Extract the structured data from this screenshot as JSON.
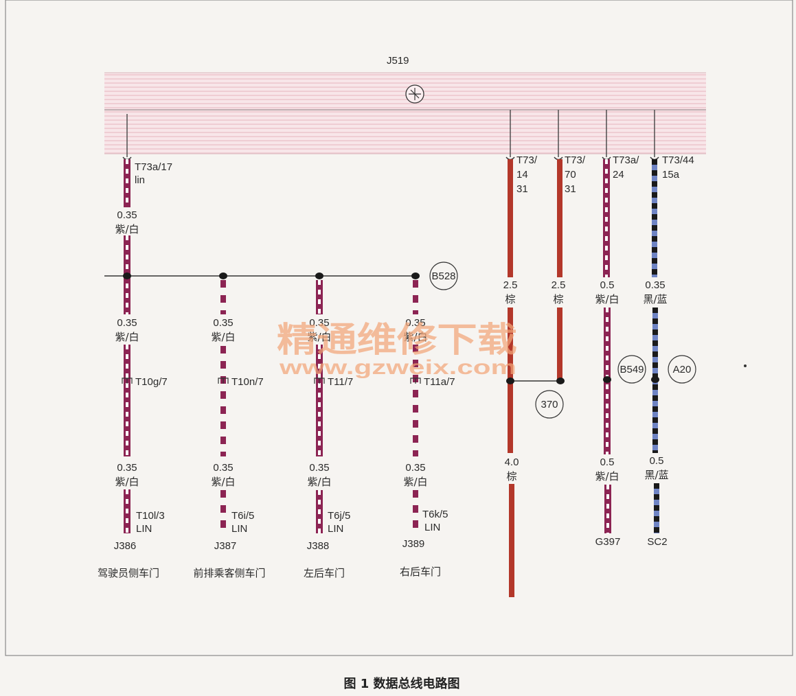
{
  "caption": "图 1 数据总线电路图",
  "watermark": {
    "cn": "精通维修下载",
    "url": "www.gzweix.com"
  },
  "module": {
    "name": "J519",
    "ground_symbol": "ground-symbol"
  },
  "colors": {
    "purple": "#8c2453",
    "white": "#ffffff",
    "brown": "#b3372a",
    "black": "#1a1a1a",
    "blue": "#6f84c4",
    "line": "#333333",
    "module_fill": "#f5e3e6"
  },
  "wires": [
    {
      "id": "t73a-17",
      "pin": "T73a/17",
      "pin_sub": "lin",
      "size_top": "0.35",
      "color_top": "紫/白"
    },
    {
      "id": "t73-14",
      "pin": "T73/",
      "pin2": "14",
      "pin3": "31",
      "size": "2.5",
      "color": "棕"
    },
    {
      "id": "t73-70",
      "pin": "T73/",
      "pin2": "70",
      "pin3": "31",
      "size": "2.5",
      "color": "棕"
    },
    {
      "id": "t73a-24",
      "pin": "T73a/",
      "pin2": "24",
      "size_top": "0.5",
      "color_top": "紫/白",
      "size_bottom": "0.5",
      "color_bottom": "紫/白",
      "splice": "B549",
      "end": "G397"
    },
    {
      "id": "t73-44",
      "pin": "T73/44",
      "pin2": "15a",
      "size_top": "0.35",
      "color_top": "黑/蓝",
      "size_bottom": "0.5",
      "color_bottom": "黑/蓝",
      "splice": "A20",
      "end": "SC2"
    }
  ],
  "splices": {
    "lin_bus": "B528",
    "brown": "370"
  },
  "brown_out": {
    "size": "4.0",
    "color": "棕"
  },
  "branches": [
    {
      "id": "j386",
      "mid_size": "0.35",
      "mid_color": "紫/白",
      "conn": "T10g/7",
      "low_size": "0.35",
      "low_color": "紫/白",
      "pin": "T10l/3",
      "pin_sub": "LIN",
      "unit": "J386",
      "desc": "驾驶员侧车门"
    },
    {
      "id": "j387",
      "mid_size": "0.35",
      "mid_color": "紫/白",
      "conn": "T10n/7",
      "low_size": "0.35",
      "low_color": "紫/白",
      "pin": "T6i/5",
      "pin_sub": "LIN",
      "unit": "J387",
      "desc": "前排乘客侧车门"
    },
    {
      "id": "j388",
      "mid_size": "0.35",
      "mid_color": "紫/白",
      "conn": "T11/7",
      "low_size": "0.35",
      "low_color": "紫/白",
      "pin": "T6j/5",
      "pin_sub": "LIN",
      "unit": "J388",
      "desc": "左后车门"
    },
    {
      "id": "j389",
      "mid_size": "0.35",
      "mid_color": "紫/白",
      "conn": "T11a/7",
      "low_size": "0.35",
      "low_color": "紫/白",
      "pin": "T6k/5",
      "pin_sub": "LIN",
      "unit": "J389",
      "desc": "右后车门"
    }
  ]
}
